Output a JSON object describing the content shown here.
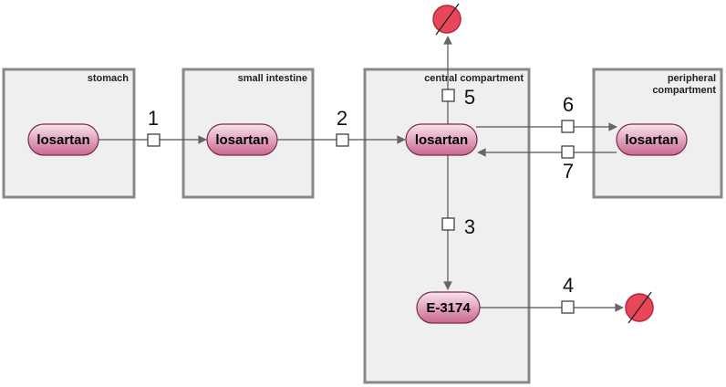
{
  "compartments": {
    "stomach": "stomach",
    "small_intestine": "small intestine",
    "central": "central compartment",
    "peripheral_line1": "peripheral",
    "peripheral_line2": "compartment"
  },
  "species": {
    "stomach_losartan": "losartan",
    "intestine_losartan": "losartan",
    "central_losartan": "losartan",
    "peripheral_losartan": "losartan",
    "metabolite": "E-3174"
  },
  "reactions": {
    "r1": "1",
    "r2": "2",
    "r3": "3",
    "r4": "4",
    "r5": "5",
    "r6": "6",
    "r7": "7"
  },
  "colors": {
    "species_fill_top": "#f7dbe6",
    "species_fill_bottom": "#c9668f",
    "sink_fill": "#e8475a"
  }
}
